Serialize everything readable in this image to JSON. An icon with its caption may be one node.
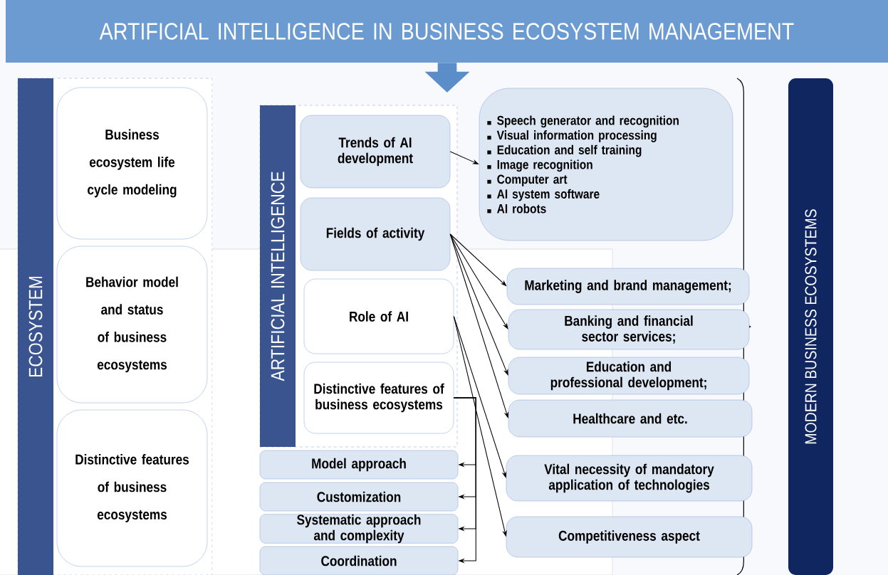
{
  "diagram": {
    "nodes": [
      {
        "text": [
          "ARTIFICIAL INTELLIGENCE IN BUSINESS ECOSYSTEM MANAGEMENT"
        ]
      },
      {
        "text": [
          "ECOSYSTEM"
        ]
      },
      {
        "text": [
          "Business ecosystem life cycle modeling"
        ],
        "in": 1
      },
      {
        "text": [
          "Behavior model and status of business ecosystems"
        ],
        "in": 1
      },
      {
        "text": [
          "Distinctive features of business ecosystems"
        ],
        "in": 1
      },
      {
        "text": [
          "ARTIFICIAL INTELLIGENCE"
        ]
      },
      {
        "text": [
          "Trends of AI development"
        ],
        "in": 5
      },
      {
        "text": [
          "Fields of activity"
        ],
        "in": 5
      },
      {
        "text": [
          "Role of AI"
        ],
        "in": 5
      },
      {
        "text": [
          "Distinctive features of business ecosystems"
        ],
        "in": 5
      },
      {
        "text": [
          "Speech generator and recognition",
          "Visual information processing",
          "Education and self training",
          "Image recognition",
          "Computer art",
          "AI system software",
          "AI robots"
        ]
      },
      {
        "text": [
          "Marketing and brand management;"
        ]
      },
      {
        "text": [
          "Banking and financial sector services;"
        ]
      },
      {
        "text": [
          "Education and professional development;"
        ]
      },
      {
        "text": [
          "Healthcare and etc."
        ]
      },
      {
        "text": [
          "Vital necessity of mandatory application of technologies"
        ]
      },
      {
        "text": [
          "Competitiveness aspect"
        ]
      },
      {
        "text": [
          "Model approach"
        ]
      },
      {
        "text": [
          "Customization"
        ]
      },
      {
        "text": [
          "Systematic approach and complexity"
        ]
      },
      {
        "text": [
          "Coordination"
        ]
      },
      {
        "text": [
          "MODERN BUSINESS ECOSYSTEMS"
        ]
      }
    ],
    "edges": [
      {
        "from": 0,
        "to": null,
        "arrow": "to",
        "style": "thick",
        "color": "#5b8dc9"
      },
      {
        "from": 6,
        "to": 10,
        "arrow": "to"
      },
      {
        "from": 7,
        "to": 11,
        "arrow": "to"
      },
      {
        "from": 7,
        "to": 12,
        "arrow": "to"
      },
      {
        "from": 7,
        "to": 13,
        "arrow": "to"
      },
      {
        "from": 7,
        "to": 14,
        "arrow": "to"
      },
      {
        "from": 8,
        "to": 15,
        "arrow": "to"
      },
      {
        "from": 8,
        "to": 16,
        "arrow": "to"
      },
      {
        "from": 9,
        "to": 17,
        "arrow": "to"
      },
      {
        "from": 9,
        "to": 18,
        "arrow": "to"
      },
      {
        "from": 9,
        "to": 19,
        "arrow": "to"
      },
      {
        "from": 9,
        "to": 20,
        "arrow": "to"
      }
    ]
  }
}
